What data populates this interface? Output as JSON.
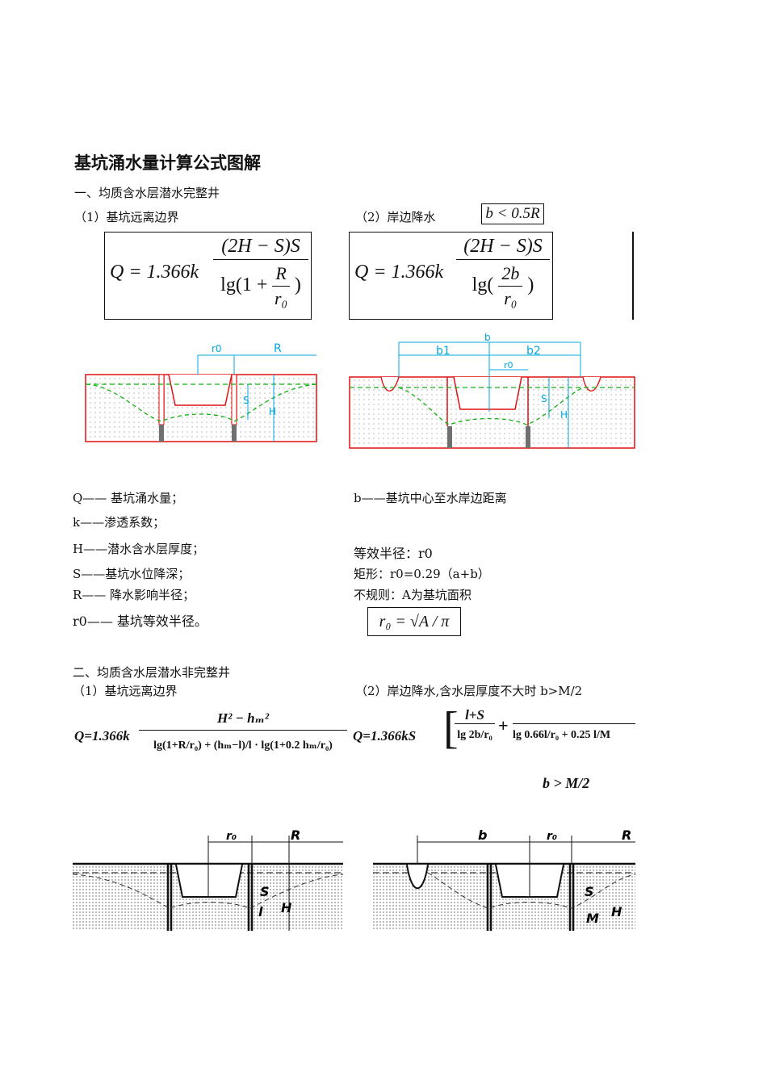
{
  "title": "基坑涌水量计算公式图解",
  "section1": {
    "heading": "一、均质含水层潜水完整井",
    "sub1": "（1）基坑远离边界",
    "sub2": "（2）岸边降水",
    "condition": "b < 0.5R",
    "formula1": {
      "lhs": "Q = 1.366k",
      "num": "(2H − S)S",
      "den_pre": "lg(1 +",
      "den_frac_num": "R",
      "den_frac_den": "r₀",
      "den_post": ")"
    },
    "formula2": {
      "lhs": "Q = 1.366k",
      "num": "(2H − S)S",
      "den_pre": "lg(",
      "den_frac_num": "2b",
      "den_frac_den": "r₀",
      "den_post": ")"
    },
    "diagram1_labels": {
      "r0": "r0",
      "R": "R",
      "S": "S",
      "H": "H"
    },
    "diagram2_labels": {
      "b": "b",
      "b1": "b1",
      "b2": "b2",
      "r0": "r0",
      "S": "S",
      "H": "H"
    }
  },
  "definitions": {
    "left": [
      "Q——  基坑涌水量；",
      "k——渗透系数；",
      "H——潜水含水层厚度；",
      "S——基坑水位降深；",
      "R——  降水影响半径；",
      "r0——  基坑等效半径。"
    ],
    "right_b": "b——基坑中心至水岸边距离",
    "equiv_radius": "等效半径：r0",
    "rect": "矩形：r0=0.29（a+b）",
    "irregular": "不规则：A为基坑面积",
    "r0_formula": "r₀ = √A / π"
  },
  "section2": {
    "heading": "二、均质含水层潜水非完整井",
    "sub1": "（1）基坑远离边界",
    "sub2": "（2）岸边降水,含水层厚度不大时   b>M/2",
    "formula3": {
      "lhs": "Q=1.366k",
      "num": "H² − hₘ²",
      "den": "lg(1+R/r₀) + (hₘ−l)/l · lg(1+0.2 hₘ/r₀)"
    },
    "formula4": {
      "lhs": "Q=1.366kS",
      "t1_num": "l+S",
      "t1_den": "lg 2b/r₀",
      "t2_den": "lg 0.66l/r₀ + 0.25 l/M"
    },
    "condition": "b > M/2",
    "diagram3_labels": {
      "r0": "r₀",
      "R": "R",
      "S": "S",
      "H": "H",
      "l": "l"
    },
    "diagram4_labels": {
      "b": "b",
      "r0": "r₀",
      "R": "R",
      "S": "S",
      "H": "H",
      "M": "M"
    }
  },
  "colors": {
    "red": "#e01010",
    "green": "#10b010",
    "cyan": "#00a8e0",
    "gray": "#707070"
  }
}
